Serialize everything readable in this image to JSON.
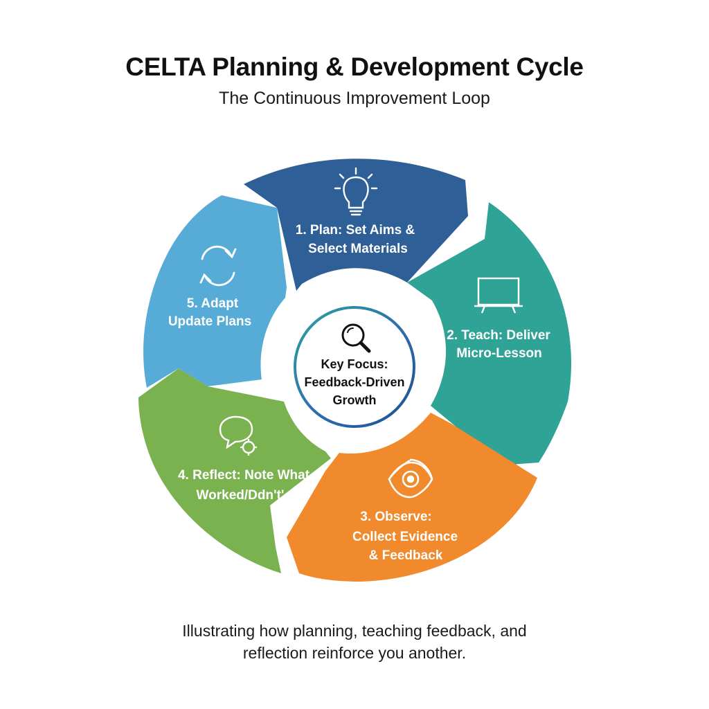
{
  "header": {
    "title": "CELTA Planning & Development Cycle",
    "subtitle": "The Continuous Improvement Loop"
  },
  "cycle": {
    "steps": [
      {
        "line1": "1. Plan: Set Aims &",
        "line2": "Select Materials",
        "color": "#2f5f97",
        "icon": "lightbulb-icon"
      },
      {
        "line1": "2. Teach: Deliver",
        "line2": "Micro-Lesson",
        "color": "#2fa395",
        "icon": "presentation-screen-icon"
      },
      {
        "line1": "3. Observe:",
        "line2": "Collect Evidence",
        "line3": "& Feedback",
        "color": "#f08a2c",
        "icon": "eye-icon"
      },
      {
        "line1": "4. Reflect: Note What",
        "line2": "Worked/Ddn't'",
        "color": "#7ab250",
        "icon": "speech-bubble-gear-icon"
      },
      {
        "line1": "5. Adapt",
        "line2": "Update Plans",
        "color": "#56acd6",
        "icon": "refresh-icon"
      }
    ],
    "center": {
      "line1": "Key Focus:",
      "line2": "Feedback-Driven",
      "line3": "Growth",
      "icon": "magnifier-icon"
    }
  },
  "footer": {
    "line1": "Illustrating how planning, teaching feedback, and",
    "line2": "reflection reinforce you another."
  }
}
